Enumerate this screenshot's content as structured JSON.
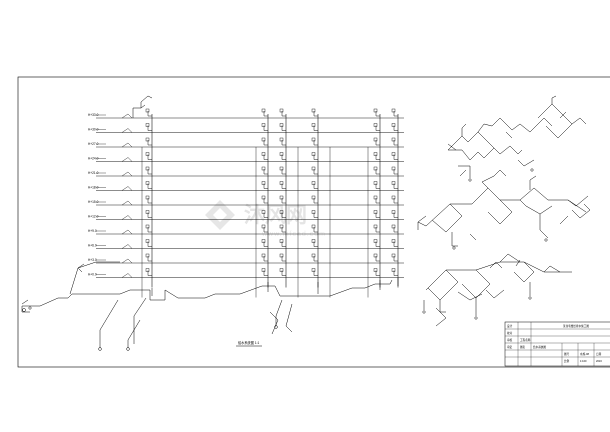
{
  "drawing": {
    "caption": "给水系统图 1:1",
    "floor_labels": [
      "H+33.0",
      "H+30.0",
      "H+27.0",
      "H+24.0",
      "H+21.0",
      "H+18.0",
      "H+15.0",
      "H+12.0",
      "H+9.0",
      "H+6.0",
      "H+3.0",
      "H+0.0"
    ],
    "watermark_main": "沐风网",
    "watermark_sub": "www.mfcad.com"
  },
  "title_block": {
    "project_name": "某住宅楼给排水施工图",
    "drawing_name": "给水系统图",
    "cells": [
      "设计",
      "校对",
      "审核",
      "审定",
      "工程名称",
      "图名",
      "图号",
      "比例",
      "日期",
      "水施-08",
      "1:100",
      "2016"
    ]
  },
  "colors": {
    "line": "#000000",
    "watermark": "#e2e2e2"
  }
}
